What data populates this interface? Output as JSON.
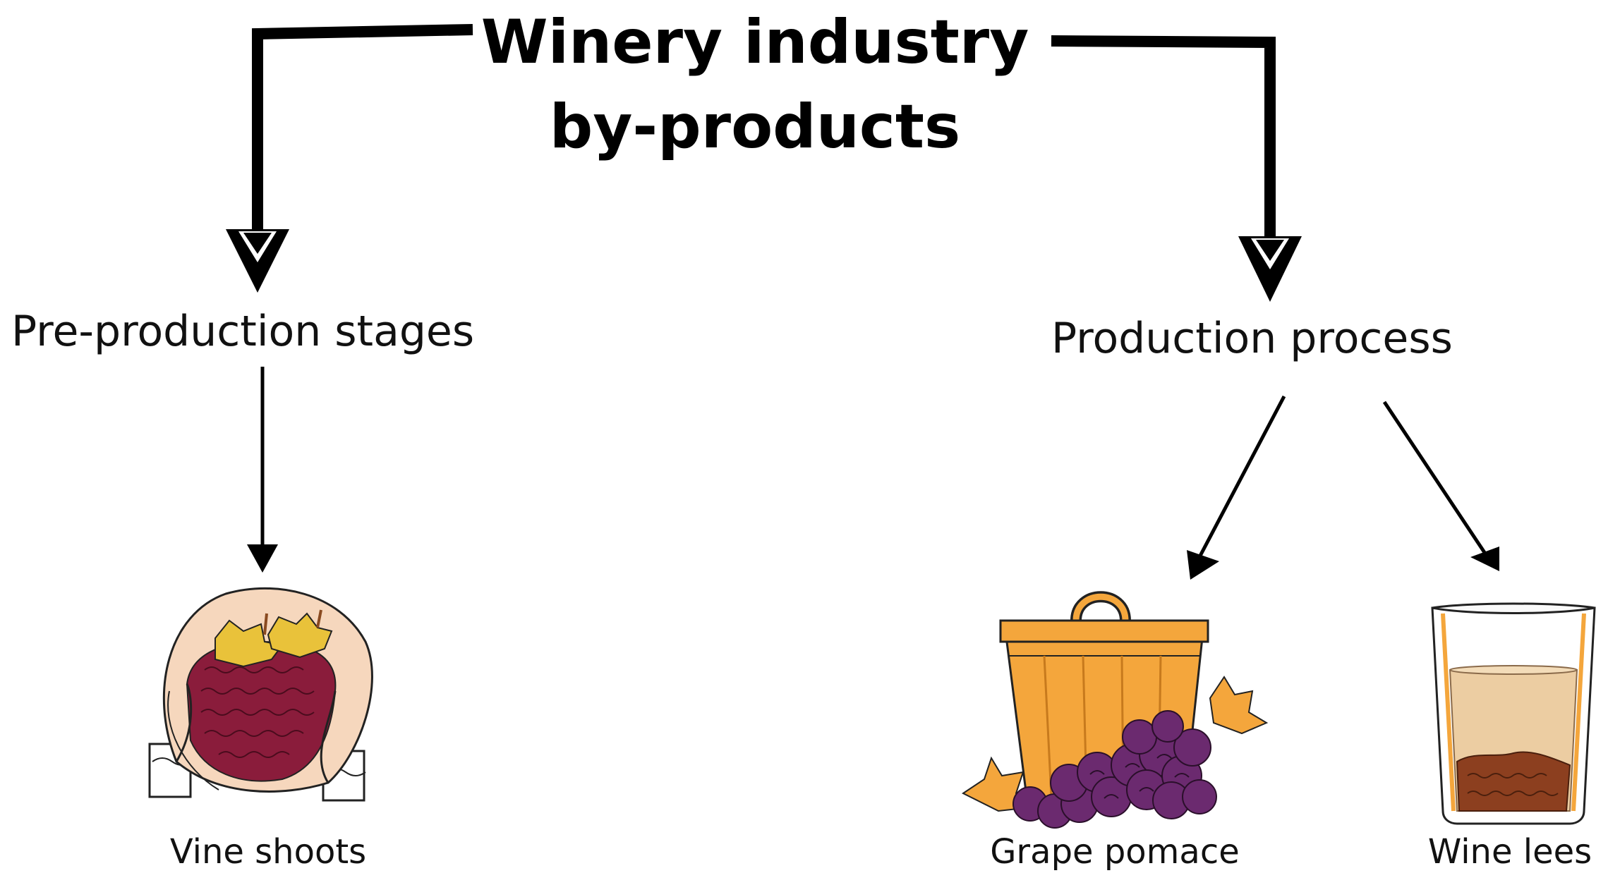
{
  "title": {
    "line1": "Winery industry",
    "line2": "by-products"
  },
  "branches": {
    "left": {
      "label": "Pre-production stages"
    },
    "right": {
      "label": "Production process"
    }
  },
  "products": {
    "vine_shoots": {
      "label": "Vine shoots",
      "icon": "bag-of-grapes-illustration"
    },
    "grape_pomace": {
      "label": "Grape pomace",
      "icon": "basket-with-grapes-illustration"
    },
    "wine_lees": {
      "label": "Wine lees",
      "icon": "glass-with-sediment-illustration"
    }
  },
  "colors": {
    "arrow": "#000000",
    "bag": "#f6d7bd",
    "grape_red": "#8a1c3b",
    "leaf_yellow": "#e9c23a",
    "basket_orange": "#f4a63c",
    "grape_purple": "#6b2a6f",
    "wine_tan": "#eccda2",
    "lees_brown": "#8c3f1f"
  }
}
